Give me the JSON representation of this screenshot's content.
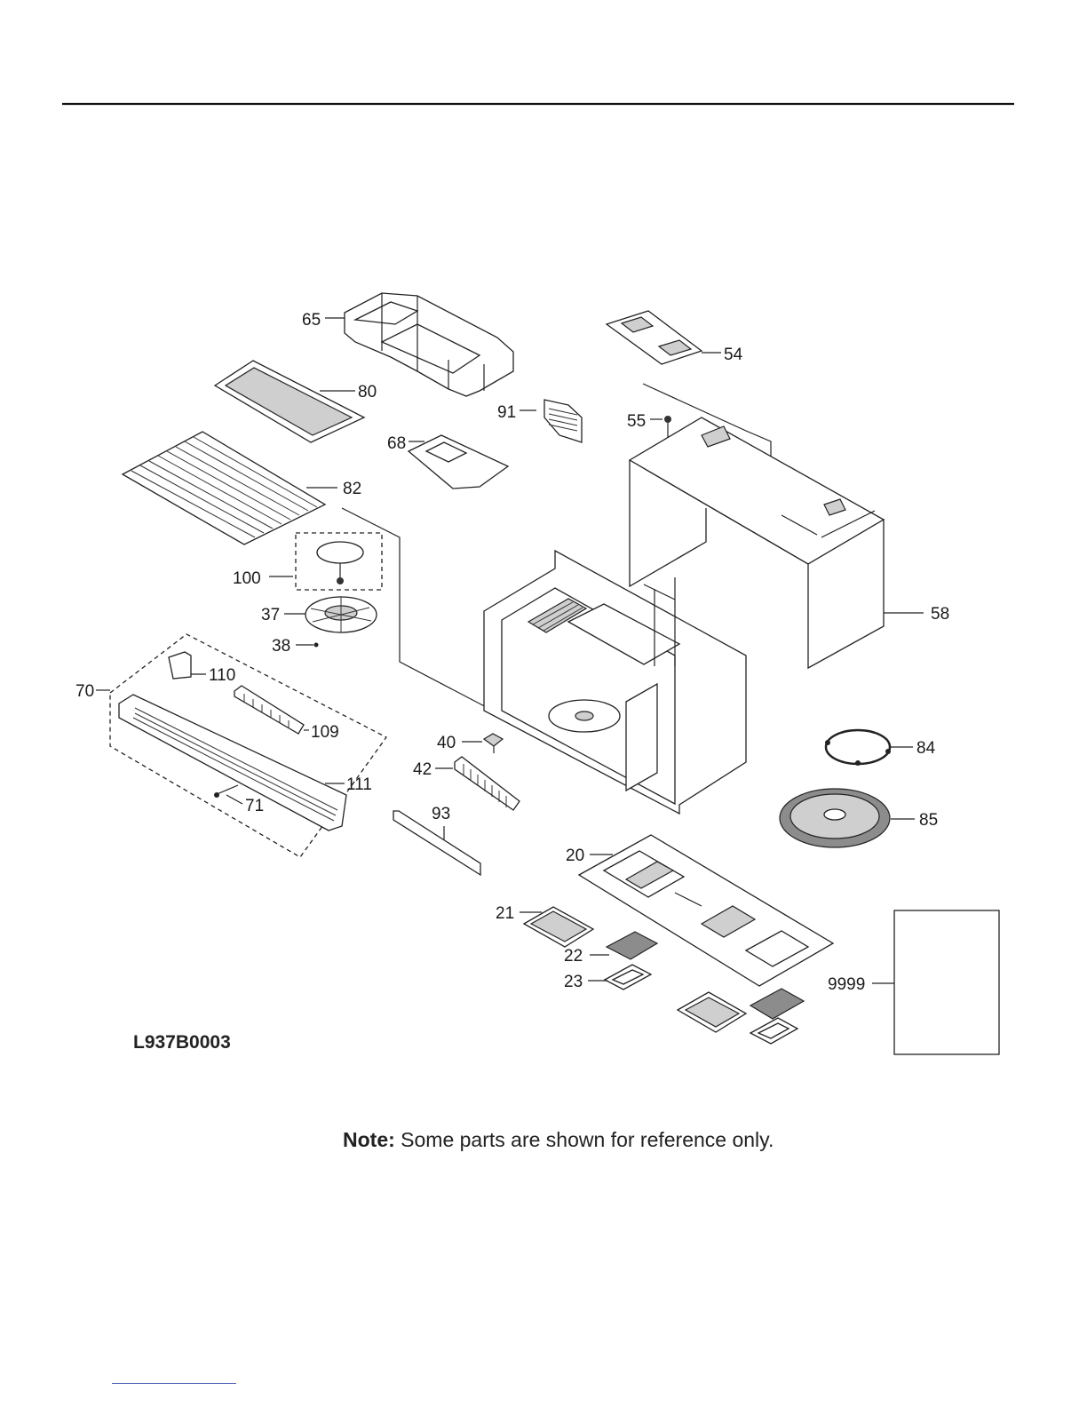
{
  "diagram": {
    "model_code": "L937B0003",
    "note_label": "Note:",
    "note_text": "Some parts are shown for reference only.",
    "callouts": {
      "c65": "65",
      "c54": "54",
      "c80": "80",
      "c91": "91",
      "c55": "55",
      "c68": "68",
      "c82": "82",
      "c100": "100",
      "c37": "37",
      "c38": "38",
      "c58": "58",
      "c110": "110",
      "c70": "70",
      "c109": "109",
      "c40": "40",
      "c84": "84",
      "c42": "42",
      "c111": "111",
      "c71": "71",
      "c93": "93",
      "c85": "85",
      "c20": "20",
      "c21": "21",
      "c22": "22",
      "c23": "23",
      "c9999": "9999"
    }
  }
}
